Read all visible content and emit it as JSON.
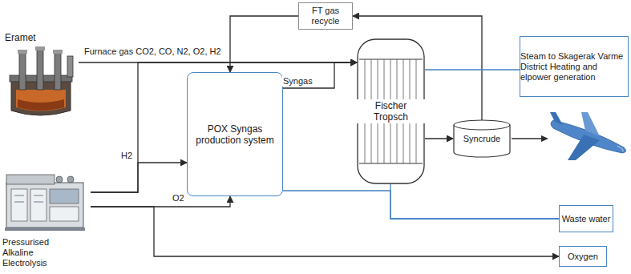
{
  "diagram": {
    "nodes": [
      {
        "text": [
          "Eramet"
        ]
      },
      {
        "text": [
          "FT gas recycle"
        ]
      },
      {
        "text": [
          "POX Syngas production system"
        ]
      },
      {
        "text": [
          "Fischer Tropsch"
        ]
      },
      {
        "text": [
          "Syncrude"
        ]
      },
      {
        "text": [
          "Steam to Skagerak Varme District Heating and elpower generation"
        ]
      },
      {
        "text": [
          "Pressurised Alkaline Electrolysis"
        ]
      },
      {
        "text": [
          "Waste water"
        ]
      },
      {
        "text": [
          "Oxygen"
        ]
      }
    ],
    "edges": [
      {
        "from": 0,
        "to": 3,
        "arrow": "to",
        "label": "Furnace gas CO2, CO, N2, O2, H2"
      },
      {
        "from": 6,
        "to": 3,
        "arrow": "to"
      },
      {
        "from": 6,
        "to": 2,
        "arrow": "to",
        "label": "H2"
      },
      {
        "from": 6,
        "to": 2,
        "arrow": "to",
        "label": "O2"
      },
      {
        "from": 6,
        "to": 8,
        "arrow": "to"
      },
      {
        "from": 4,
        "to": 1,
        "arrow": "to"
      },
      {
        "from": 1,
        "to": 2,
        "arrow": "to"
      },
      {
        "from": 2,
        "to": 3,
        "arrow": "to",
        "label": "Syngas"
      },
      {
        "from": 3,
        "to": 4,
        "arrow": "to"
      },
      {
        "from": 3,
        "to": 5,
        "arrow": "none"
      },
      {
        "from": 3,
        "to": 7,
        "arrow": "none"
      },
      {
        "from": 2,
        "to": 7,
        "arrow": "none"
      }
    ]
  }
}
